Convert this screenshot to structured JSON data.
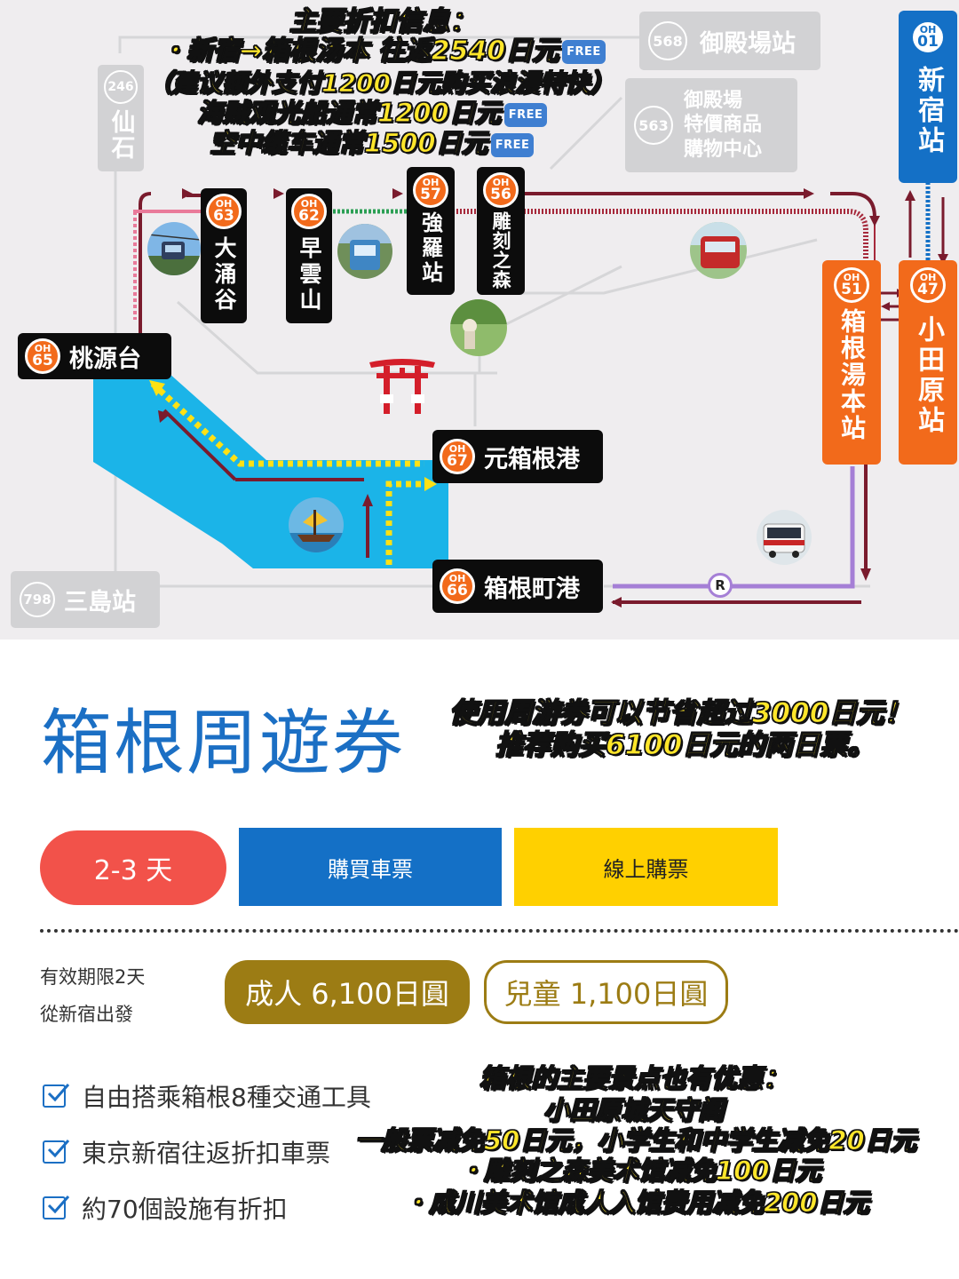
{
  "promo_top": {
    "heading": "主要折扣信息：",
    "line1": "・新宿→箱根汤本 往返2540日元",
    "line2": "（建议额外支付1200日元购买浪漫特快）",
    "line3": "海贼观光船通常1200日元",
    "line4": "空中缆车通常1500日元",
    "free_label": "FREE"
  },
  "stations": {
    "sengoku": {
      "num": "246",
      "name": "仙石"
    },
    "gotemba": {
      "num": "568",
      "name": "御殿場站"
    },
    "outlet": {
      "num": "563",
      "name": "御殿場\n特價商品\n購物中心"
    },
    "shinjuku": {
      "tag": "OH",
      "num": "01",
      "name": "新宿站"
    },
    "owakudani": {
      "tag": "OH",
      "num": "63",
      "name": "大涌谷"
    },
    "sounzan": {
      "tag": "OH",
      "num": "62",
      "name": "早雲山"
    },
    "gora": {
      "tag": "OH",
      "num": "57",
      "name": "強羅站"
    },
    "chokoku": {
      "tag": "OH",
      "num": "56",
      "name": "雕刻之森"
    },
    "togendai": {
      "tag": "OH",
      "num": "65",
      "name": "桃源台"
    },
    "motohakone": {
      "tag": "OH",
      "num": "67",
      "name": "元箱根港"
    },
    "hakonemachi": {
      "tag": "OH",
      "num": "66",
      "name": "箱根町港"
    },
    "yumoto": {
      "tag": "OH",
      "num": "51",
      "name": "箱根湯本站"
    },
    "odawara": {
      "tag": "OH",
      "num": "47",
      "name": "小田原站"
    },
    "mishima": {
      "num": "798",
      "name": "三島站"
    },
    "route_marker": "R"
  },
  "pass": {
    "title": "箱根周遊券",
    "promo1": "使用周游券可以节省超过3000日元！",
    "promo2": "推荐购买6100日元的两日票。",
    "days_button": "2-3 天",
    "buy_button": "購買車票",
    "online_button": "線上購票",
    "validity": "有效期限2天",
    "departure": "從新宿出發",
    "adult_price": "成人 6,100日圓",
    "child_price": "兒童 1,100日圓"
  },
  "features": [
    "自由搭乘箱根8種交通工具",
    "東京新宿往返折扣車票",
    "約70個設施有折扣"
  ],
  "promo_bottom": {
    "line1": "箱根的主要景点也有优惠：",
    "line2": "小田原城天守阁",
    "line3": "一般票减免50日元，小学生和中学生减免20日元",
    "line4": "・雕刻之森美术馆减免100日元",
    "line5": "・成川美术馆成人入馆费用减免200日元"
  },
  "colors": {
    "accent_blue": "#1b6fc4",
    "days_red": "#f2524a",
    "buy_blue": "#1470c6",
    "online_yellow": "#ffd000",
    "adult_gold": "#9c7c14",
    "lake": "#1bb4e8",
    "station_orange": "#f26a1b"
  }
}
